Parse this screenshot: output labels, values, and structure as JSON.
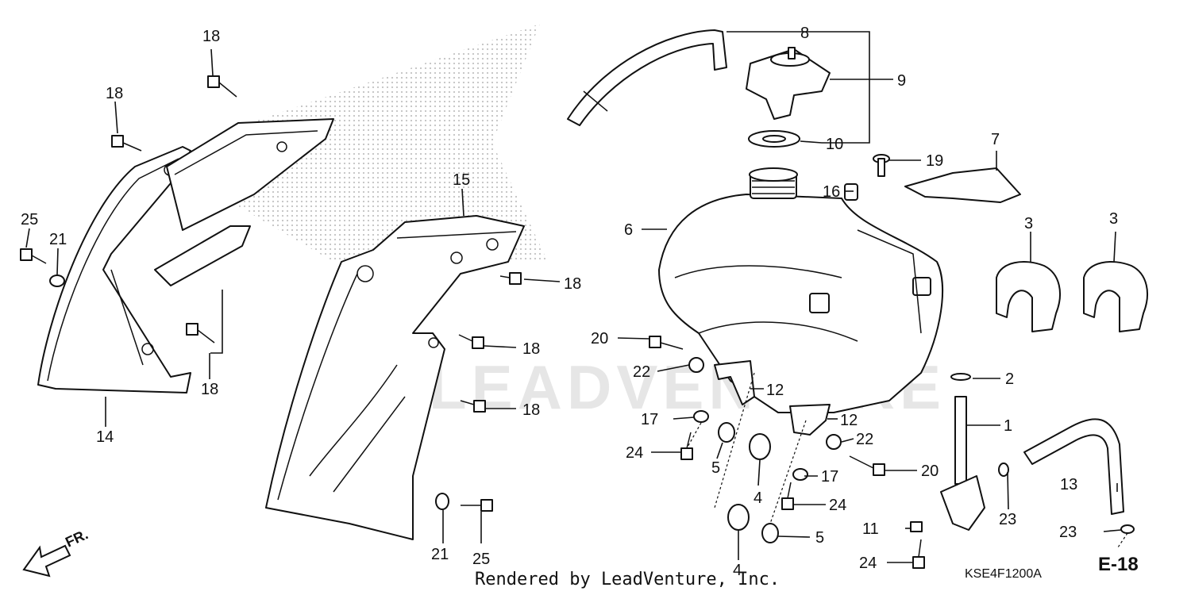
{
  "watermark": "LEADVENTURE",
  "footer": {
    "rendered_by": "Rendered by LeadVenture, Inc.",
    "diagram_code": "KSE4F1200A",
    "page_ref": "E-18"
  },
  "direction_label": "FR.",
  "callouts": [
    "18",
    "18",
    "25",
    "21",
    "14",
    "18",
    "15",
    "18",
    "18",
    "18",
    "21",
    "25",
    "8",
    "9",
    "10",
    "6",
    "20",
    "22",
    "12",
    "12",
    "17",
    "24",
    "5",
    "4",
    "4",
    "5",
    "17",
    "24",
    "22",
    "20",
    "19",
    "7",
    "16",
    "3",
    "3",
    "2",
    "1",
    "13",
    "23",
    "23",
    "11",
    "24"
  ]
}
